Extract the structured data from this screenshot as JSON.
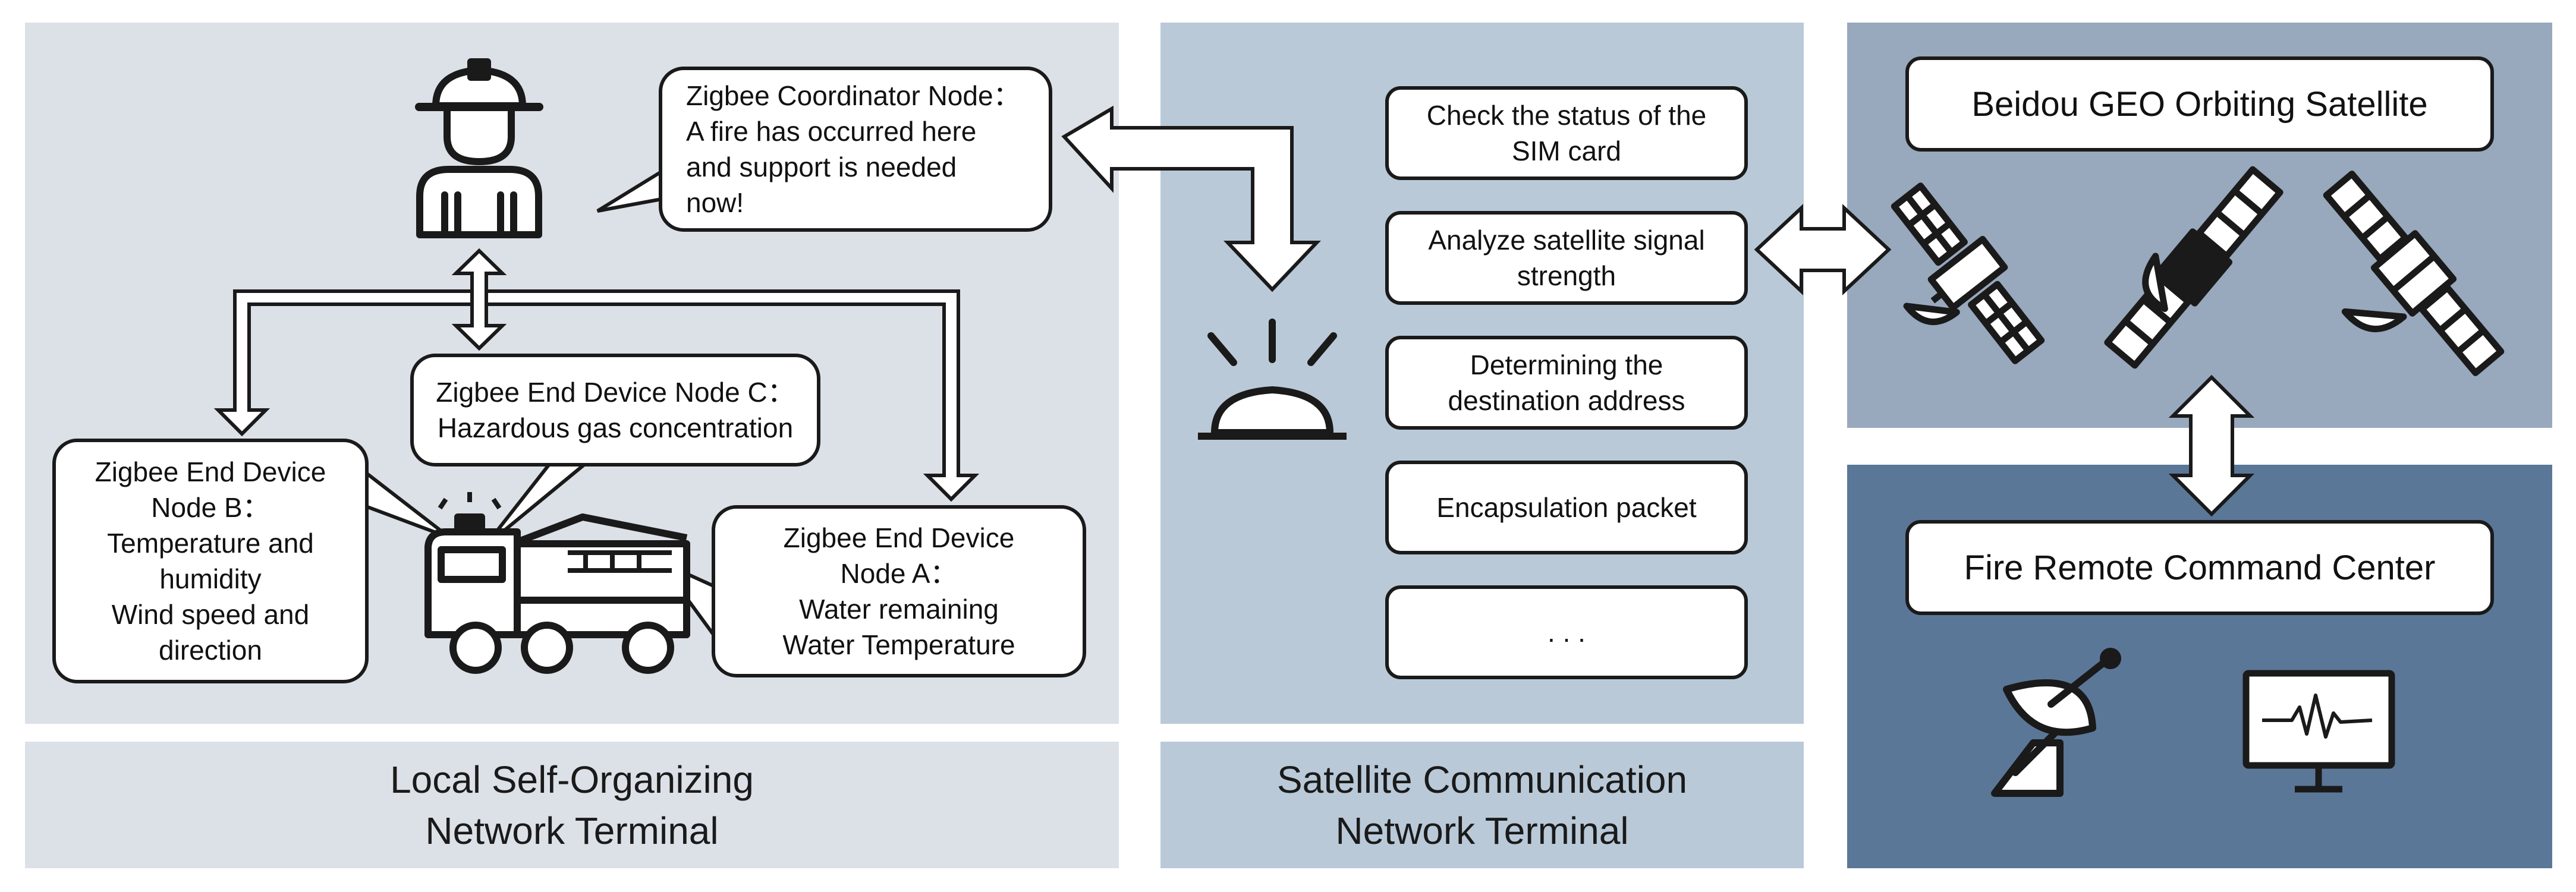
{
  "colors": {
    "local_panel": "#dce1e8",
    "satellite_panel": "#b9c9d8",
    "beidou_panel": "#98a8bd",
    "command_panel": "#5b7798",
    "stroke": "#1a1a1a"
  },
  "local": {
    "coordinator_text": "Zigbee Coordinator Node：\nA fire has occurred here\nand support is needed\nnow!",
    "node_b_text": "Zigbee End Device\nNode B：\nTemperature and\nhumidity\nWind speed and\ndirection",
    "node_c_text": "Zigbee End Device Node C：\nHazardous gas concentration",
    "node_a_text": "Zigbee End Device\nNode A：\nWater remaining\nWater Temperature",
    "footer": "Local Self-Organizing\nNetwork Terminal"
  },
  "satellite": {
    "steps": [
      "Check the status of the\nSIM card",
      "Analyze satellite signal\nstrength",
      "Determining the\ndestination address",
      "Encapsulation packet",
      ". . ."
    ],
    "footer": "Satellite Communication\nNetwork Terminal"
  },
  "beidou": {
    "title": "Beidou GEO Orbiting Satellite"
  },
  "command": {
    "title": "Fire Remote Command Center"
  },
  "icons": [
    "firefighter-icon",
    "fire-truck-icon",
    "alarm-light-icon",
    "satellite-icon",
    "satellite-dish-icon",
    "monitor-icon"
  ]
}
